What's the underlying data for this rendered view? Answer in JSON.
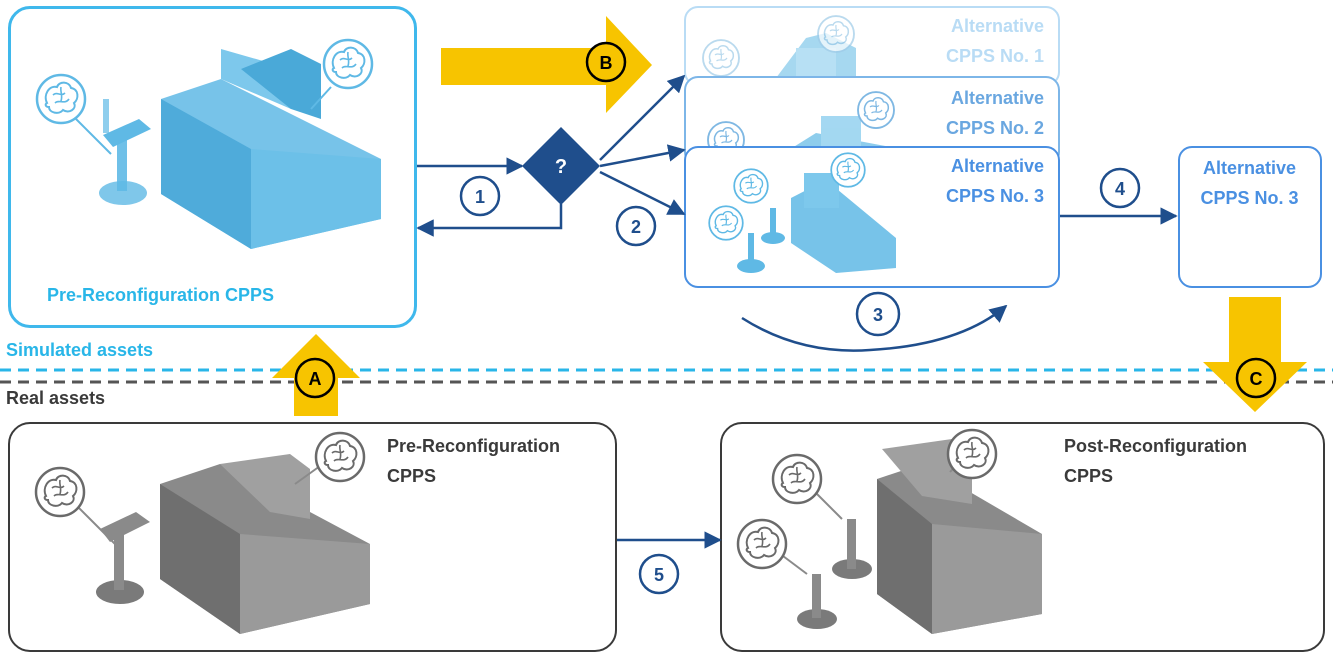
{
  "colors": {
    "sim_accent": "#29b6e8",
    "sim_box_border": "#3fb8ec",
    "alt_border": "#4a90e2",
    "alt_border_faded": "#b9dcf5",
    "alt_text": "#4a90e2",
    "alt_text_faded": "#b9dcf5",
    "flow_blue": "#1f4e8c",
    "real_border": "#3a3a3a",
    "yellow": "#f7c400",
    "machine_blue": "#5fb9e5",
    "machine_gray": "#8a8a8a"
  },
  "icons": [
    "brain-icon",
    "machine-icon",
    "mobile-robot-icon"
  ],
  "simulated": {
    "layer_label": "Simulated assets",
    "pre_box_label": "Pre-Reconfiguration CPPS",
    "decision_symbol": "?",
    "alternatives": [
      {
        "line1": "Alternative",
        "line2": "CPPS No. 1"
      },
      {
        "line1": "Alternative",
        "line2": "CPPS No. 2"
      },
      {
        "line1": "Alternative",
        "line2": "CPPS No. 3"
      }
    ],
    "selected": {
      "line1": "Alternative",
      "line2": "CPPS No. 3"
    }
  },
  "real": {
    "layer_label": "Real assets",
    "pre_line1": "Pre-Reconfiguration",
    "pre_line2": "CPPS",
    "post_line1": "Post-Reconfiguration",
    "post_line2": "CPPS"
  },
  "steps": {
    "s1": "1",
    "s2": "2",
    "s3": "3",
    "s4": "4",
    "s5": "5"
  },
  "phases": {
    "a": "A",
    "b": "B",
    "c": "C"
  }
}
